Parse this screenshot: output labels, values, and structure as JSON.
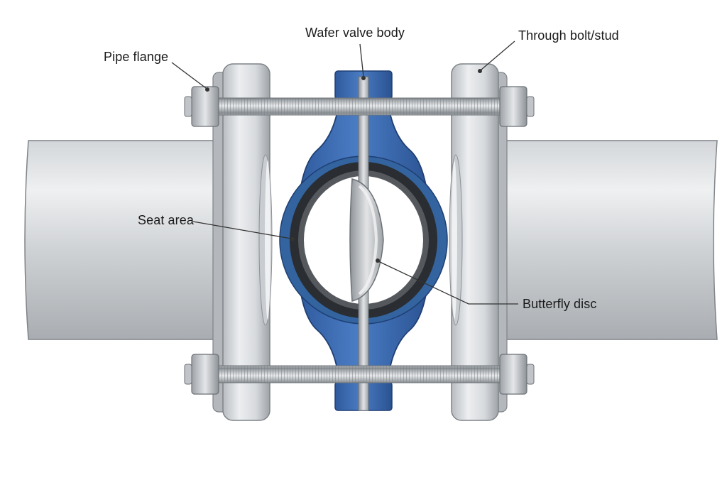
{
  "labels": {
    "pipe_flange": "Pipe flange",
    "wafer_valve_body": "Wafer valve body",
    "through_bolt": "Through bolt/stud",
    "seat_area": "Seat area",
    "butterfly_disc": "Butterfly disc"
  },
  "colors": {
    "background": "#ffffff",
    "steel_light": "#e6e8ea",
    "steel_mid": "#c4c8cc",
    "steel_dark": "#8a8f94",
    "valve_blue": "#3f6fb5",
    "valve_blue_dark": "#244a85",
    "seat_black": "#2a2d31",
    "leader_line": "#333333"
  }
}
